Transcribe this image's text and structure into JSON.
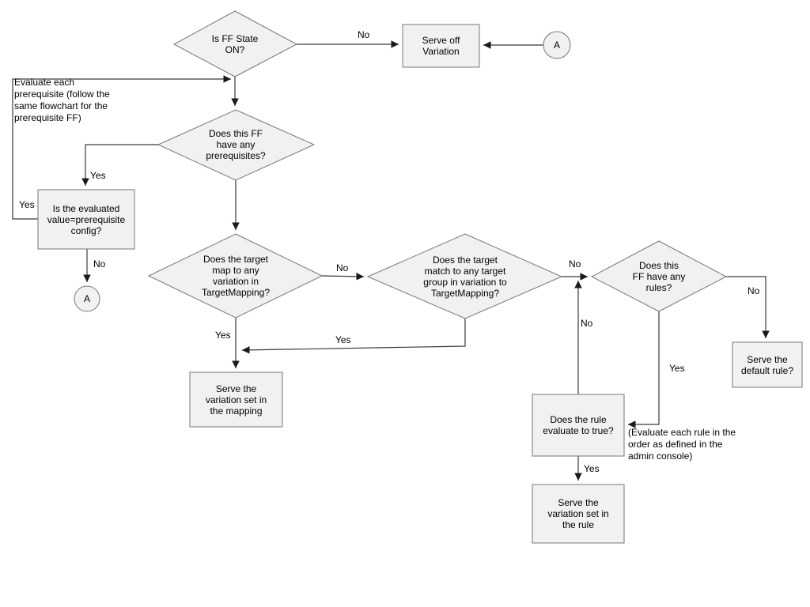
{
  "diagram": {
    "type": "flowchart",
    "background": "#ffffff",
    "colors": {
      "node_fill": "#f1f1f1",
      "node_stroke": "#777777",
      "line": "#3a3a3a",
      "text": "#000000"
    },
    "nodes": {
      "is_ff_state_on": {
        "shape": "decision",
        "label": "Is FF State\nON?"
      },
      "serve_off": {
        "shape": "process",
        "label": "Serve off\nVariation"
      },
      "connector_a_top": {
        "shape": "circle",
        "label": "A"
      },
      "has_prerequisites": {
        "shape": "decision",
        "label": "Does this FF\nhave any\nprerequisites?"
      },
      "eval_prereq": {
        "shape": "process",
        "label": "Is the evaluated\nvalue=prerequisite\nconfig?"
      },
      "connector_a_left": {
        "shape": "circle",
        "label": "A"
      },
      "target_map": {
        "shape": "decision",
        "label": "Does the target\nmap to any\nvariation in\nTargetMapping?"
      },
      "target_group": {
        "shape": "decision",
        "label": "Does the target\nmatch to any target\ngroup in variation to\nTargetMapping?"
      },
      "has_rules": {
        "shape": "decision",
        "label": "Does this\nFF have any\nrules?"
      },
      "serve_mapping": {
        "shape": "process",
        "label": "Serve the\nvariation set in\nthe mapping"
      },
      "serve_default": {
        "shape": "process",
        "label": "Serve the\ndefault rule?"
      },
      "rule_true": {
        "shape": "process",
        "label": "Does the rule\nevaluate to true?"
      },
      "serve_rule": {
        "shape": "process",
        "label": "Serve the\nvariation set in\nthe rule"
      }
    },
    "edge_labels": {
      "ff_off_no": "No",
      "prereq_yes": "Yes",
      "prereq_loop_yes": "Yes",
      "eval_no": "No",
      "map_no": "No",
      "map_yes": "Yes",
      "group_yes": "Yes",
      "group_no": "No",
      "rule_loop_no": "No",
      "rules_no": "No",
      "rules_yes": "Yes",
      "rule_true_yes": "Yes"
    },
    "annotations": {
      "prereq_note": "Evaluate each\nprerequisite (follow the\nsame flowchart for the\nprerequisite FF)",
      "rule_note": "(Evaluate each rule in the\norder as defined in the\nadmin console)"
    }
  }
}
